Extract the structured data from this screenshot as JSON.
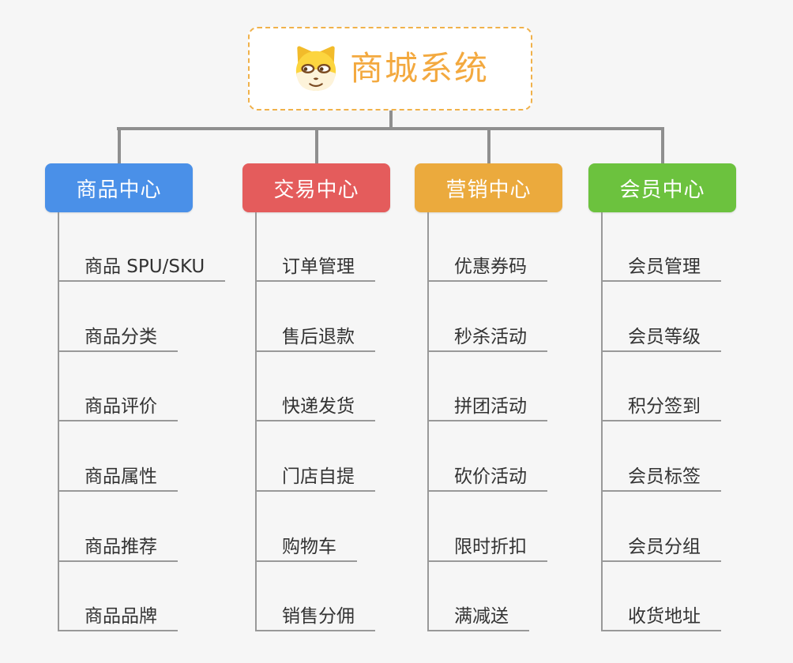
{
  "canvas": {
    "background": "#f6f6f6",
    "connector_color": "#8f8f8f",
    "underline_color": "#999999"
  },
  "root": {
    "label": "商城系统",
    "icon": "dog-face-icon",
    "text_color": "#f3a93f",
    "border_color": "#f0b14a",
    "background": "#ffffff"
  },
  "branches": [
    {
      "label": "商品中心",
      "color": "#4a90e8",
      "text_color": "#ffffff",
      "children": [
        "商品 SPU/SKU",
        "商品分类",
        "商品评价",
        "商品属性",
        "商品推荐",
        "商品品牌"
      ]
    },
    {
      "label": "交易中心",
      "color": "#e45c5c",
      "text_color": "#ffffff",
      "children": [
        "订单管理",
        "售后退款",
        "快递发货",
        "门店自提",
        "购物车",
        "销售分佣"
      ]
    },
    {
      "label": "营销中心",
      "color": "#ebaa3d",
      "text_color": "#ffffff",
      "children": [
        "优惠券码",
        "秒杀活动",
        "拼团活动",
        "砍价活动",
        "限时折扣",
        "满减送"
      ]
    },
    {
      "label": "会员中心",
      "color": "#6cc23e",
      "text_color": "#ffffff",
      "children": [
        "会员管理",
        "会员等级",
        "积分签到",
        "会员标签",
        "会员分组",
        "收货地址"
      ]
    }
  ]
}
